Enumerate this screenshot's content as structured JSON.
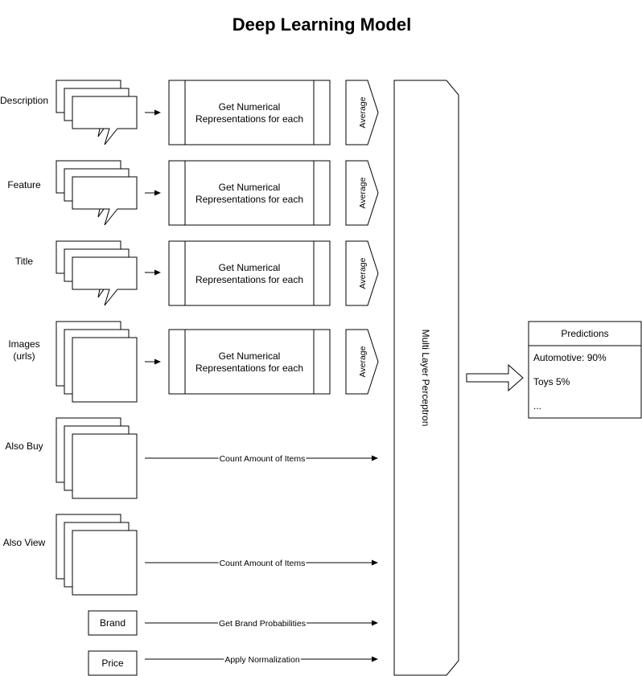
{
  "diagram": {
    "title": "Deep Learning Model",
    "inputs": [
      {
        "label_lines": [
          "Description"
        ],
        "kind": "text"
      },
      {
        "label_lines": [
          "Feature"
        ],
        "kind": "text"
      },
      {
        "label_lines": [
          "Title"
        ],
        "kind": "text"
      },
      {
        "label_lines": [
          "Images",
          "(urls)"
        ],
        "kind": "image"
      },
      {
        "label_lines": [
          "Also Buy"
        ],
        "kind": "list"
      },
      {
        "label_lines": [
          "Also View"
        ],
        "kind": "list"
      },
      {
        "label_lines": [
          "Brand"
        ],
        "kind": "box"
      },
      {
        "label_lines": [
          "Price"
        ],
        "kind": "box"
      }
    ],
    "process_label_lines": [
      "Get Numerical",
      "Representations for each"
    ],
    "average_label": "Average",
    "edge_labels": {
      "also_buy": "Count Amount of Items",
      "also_view": "Count Amount of Items",
      "brand": "Get Brand Probabilities",
      "price": "Apply Normalization"
    },
    "mlp_label": "Multi Layer Perceptron",
    "predictions": {
      "header": "Predictions",
      "items": [
        "Automotive: 90%",
        "Toys 5%",
        "..."
      ]
    }
  }
}
